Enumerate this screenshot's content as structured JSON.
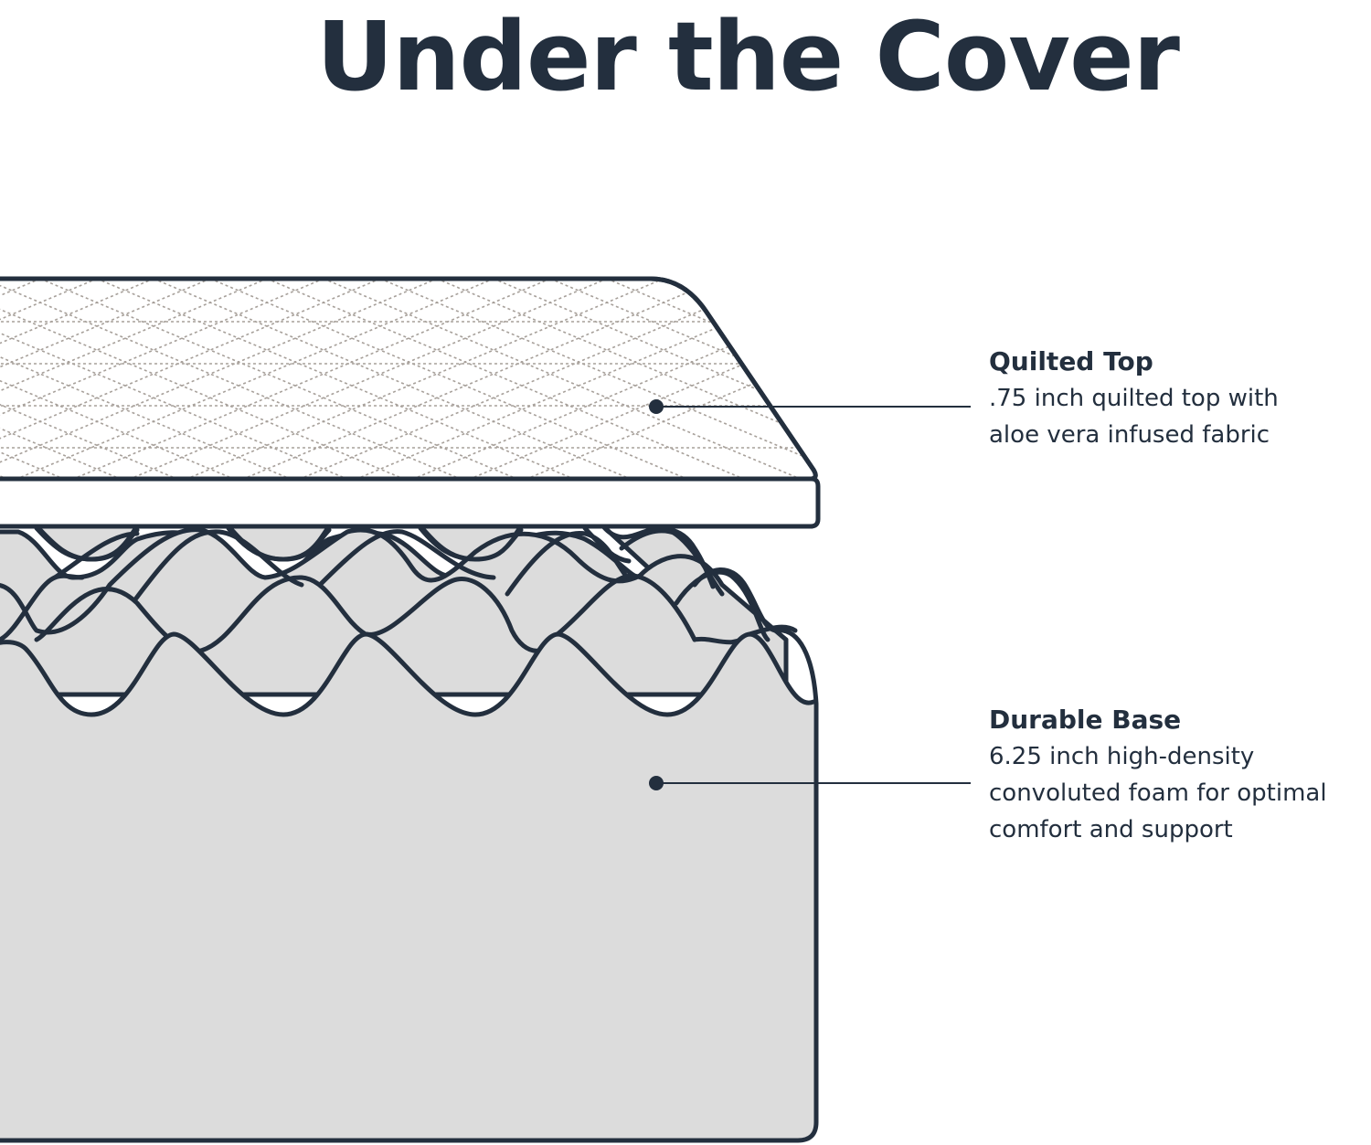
{
  "title": "Under the Cover",
  "colors": {
    "outline": "#232f3e",
    "quilted_fill": "#ffffff",
    "quilt_stitch": "#a7a09a",
    "foam_fill": "#dcdcdc"
  },
  "layers": [
    {
      "name": "Quilted Top",
      "description": ".75 inch quilted top with\naloe vera infused fabric"
    },
    {
      "name": "Durable Base",
      "description": "6.25 inch high-density\nconvoluted foam for optimal\ncomfort and support"
    }
  ]
}
